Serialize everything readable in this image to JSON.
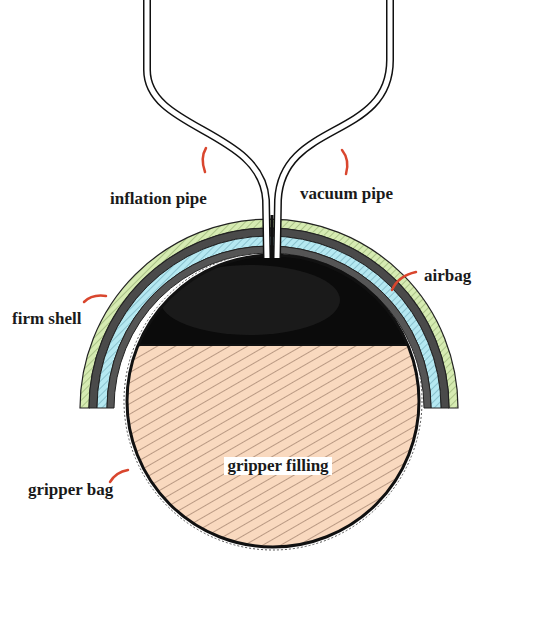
{
  "diagram": {
    "labels": [
      "inflation pipe",
      "vacuum pipe",
      "airbag",
      "firm shell",
      "gripper filling",
      "gripper bag"
    ]
  }
}
